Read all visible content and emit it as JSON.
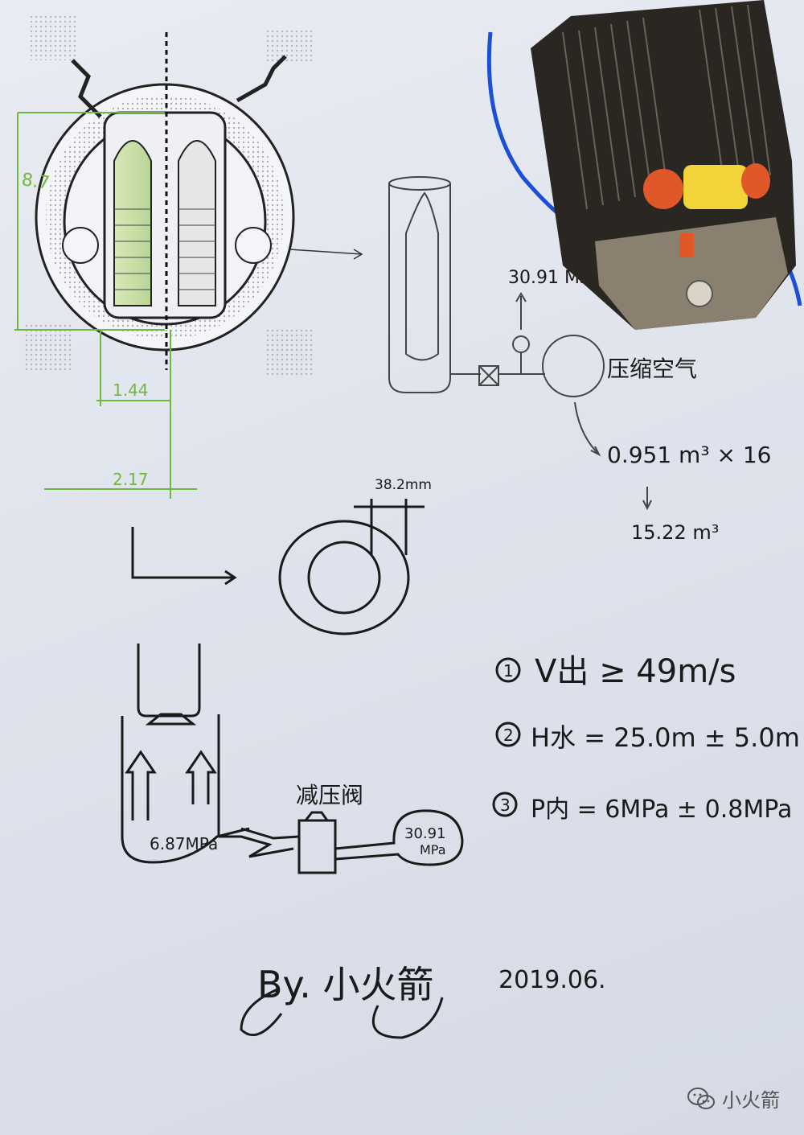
{
  "sketch": {
    "dims": {
      "height": "8.7",
      "half_width": "1.44",
      "full_width": "2.17",
      "ring_width": "38.2mm"
    },
    "tank_diagram": {
      "pressure_reading": "30.91 Mₐ",
      "compressed_air_label": "压缩空气",
      "volume_calc": "0.951 m³ × 16",
      "volume_result": "15.22 m³"
    },
    "launch_diagram": {
      "valve_label": "减压阀",
      "low_pressure": "6.87MPa",
      "tank_pressure_line1": "30.91",
      "tank_pressure_line2": "MPa"
    },
    "requirements": [
      {
        "num": "1",
        "text": "V出 ≥ 49m/s"
      },
      {
        "num": "2",
        "text": "H水 = 25.0m ± 5.0m"
      },
      {
        "num": "3",
        "text": "P内 = 6MPa ± 0.8MPa"
      }
    ],
    "signature": "By. 小火箭",
    "date": "2019.06."
  },
  "watermark": {
    "label": "小火箭",
    "icon": "wechat-icon"
  },
  "colors": {
    "ink": "#1a1a1a",
    "green_marker": "#6fb83d",
    "motor_coil": "#e0572a",
    "motor_tape": "#f2d43a"
  }
}
